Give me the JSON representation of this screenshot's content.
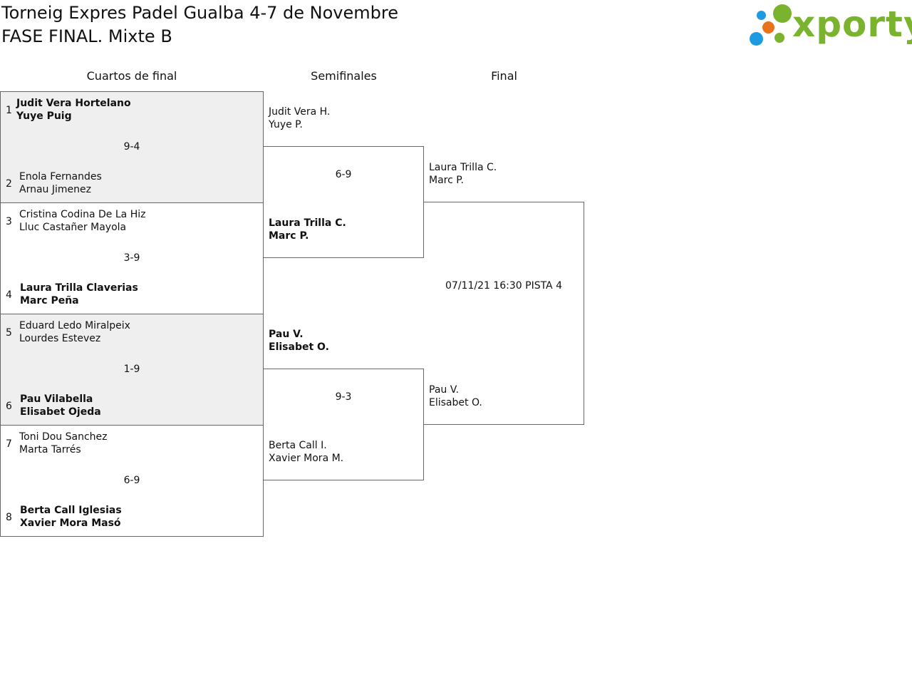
{
  "header": {
    "title_line1": "Torneig Expres Padel Gualba 4-7 de Novembre",
    "title_line2": "FASE FINAL. Mixte B",
    "logo_text": "xporty"
  },
  "colors": {
    "logo_green": "#7ab32e",
    "logo_blue": "#1e9be0",
    "logo_orange": "#e8731c",
    "box_gray": "#efefef",
    "border": "#666666"
  },
  "rounds": {
    "quarterfinals": "Cuartos de final",
    "semifinals": "Semifinales",
    "final": "Final"
  },
  "quarterfinals": [
    {
      "team_a": {
        "seed": "1",
        "p1": "Judit Vera Hortelano",
        "p2": "Yuye Puig",
        "winner": true
      },
      "team_b": {
        "seed": "2",
        "p1": "Enola Fernandes",
        "p2": "Arnau Jimenez",
        "winner": false
      },
      "score": "9-4"
    },
    {
      "team_a": {
        "seed": "3",
        "p1": "Cristina Codina De La Hiz",
        "p2": "Lluc Castañer Mayola",
        "winner": false
      },
      "team_b": {
        "seed": "4",
        "p1": "Laura Trilla Claverias",
        "p2": "Marc Peña",
        "winner": true
      },
      "score": "3-9"
    },
    {
      "team_a": {
        "seed": "5",
        "p1": "Eduard Ledo Miralpeix",
        "p2": "Lourdes Estevez",
        "winner": false
      },
      "team_b": {
        "seed": "6",
        "p1": "Pau Vilabella",
        "p2": "Elisabet Ojeda",
        "winner": true
      },
      "score": "1-9"
    },
    {
      "team_a": {
        "seed": "7",
        "p1": "Toni Dou Sanchez",
        "p2": "Marta Tarrés",
        "winner": false
      },
      "team_b": {
        "seed": "8",
        "p1": "Berta Call Iglesias",
        "p2": "Xavier Mora Masó",
        "winner": true
      },
      "score": "6-9"
    }
  ],
  "semifinals": [
    {
      "team_a": {
        "p1": "Judit Vera H.",
        "p2": "Yuye P.",
        "winner": false
      },
      "team_b": {
        "p1": "Laura Trilla C.",
        "p2": "Marc P.",
        "winner": true
      },
      "score": "6-9"
    },
    {
      "team_a": {
        "p1": "Pau V.",
        "p2": "Elisabet O.",
        "winner": true
      },
      "team_b": {
        "p1": "Berta Call I.",
        "p2": "Xavier Mora M.",
        "winner": false
      },
      "score": "9-3"
    }
  ],
  "final": {
    "team_a": {
      "p1": "Laura Trilla C.",
      "p2": "Marc P."
    },
    "team_b": {
      "p1": "Pau V.",
      "p2": "Elisabet O."
    },
    "schedule": "07/11/21 16:30 PISTA 4"
  }
}
